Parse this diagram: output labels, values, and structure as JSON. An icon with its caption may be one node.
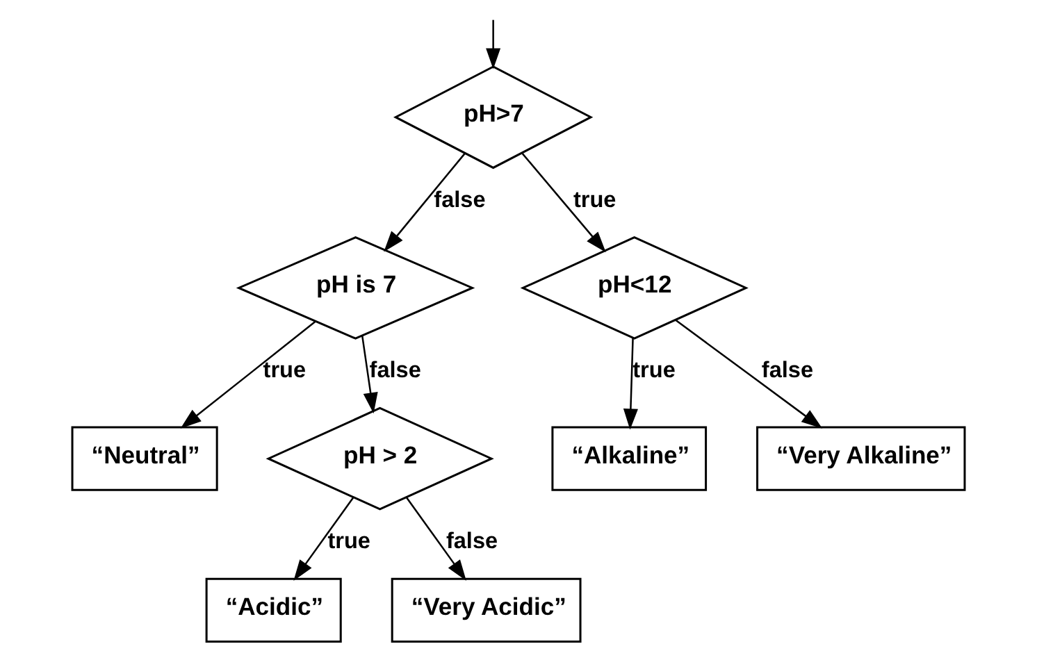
{
  "diagram": {
    "nodes": [
      {
        "text": [
          "pH>7"
        ]
      },
      {
        "text": [
          "pH is 7"
        ]
      },
      {
        "text": [
          "pH<12"
        ]
      },
      {
        "text": [
          "“Neutral”"
        ]
      },
      {
        "text": [
          "“Alkaline”"
        ]
      },
      {
        "text": [
          "pH > 2"
        ]
      },
      {
        "text": [
          "“Very Alkaline”"
        ]
      },
      {
        "text": [
          "“Acidic”"
        ]
      },
      {
        "text": [
          "“Very Acidic”"
        ]
      }
    ],
    "edges": [
      {
        "from": null,
        "to": 0,
        "arrow": "to"
      },
      {
        "from": 0,
        "to": 1,
        "arrow": "to",
        "label": "false"
      },
      {
        "from": 0,
        "to": 2,
        "arrow": "to",
        "label": "true"
      },
      {
        "from": 1,
        "to": 3,
        "arrow": "to",
        "label": "true"
      },
      {
        "from": 1,
        "to": 5,
        "arrow": "to",
        "label": "false"
      },
      {
        "from": 2,
        "to": 4,
        "arrow": "to",
        "label": "true"
      },
      {
        "from": 2,
        "to": 6,
        "arrow": "to",
        "label": "false"
      },
      {
        "from": 5,
        "to": 7,
        "arrow": "to",
        "label": "true"
      },
      {
        "from": 5,
        "to": 8,
        "arrow": "to",
        "label": "false"
      }
    ]
  }
}
